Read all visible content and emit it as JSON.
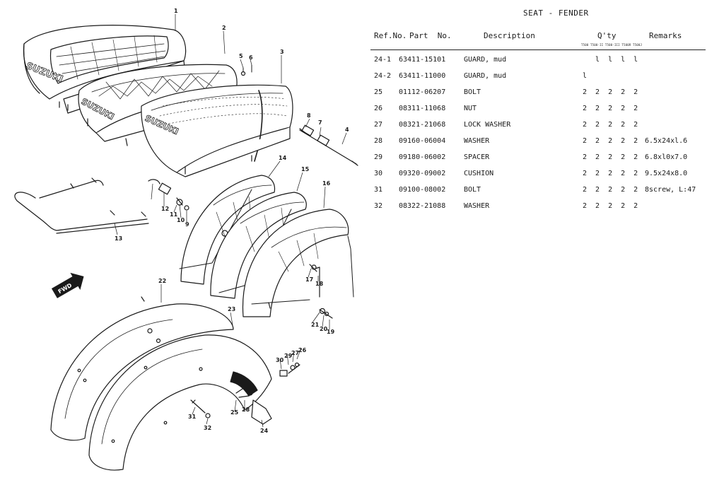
{
  "page": {
    "title": "SEAT - FENDER"
  },
  "table": {
    "headers": {
      "ref": "Ref.No.",
      "part": "Part  No.",
      "desc": "Description",
      "qty": "Q'ty",
      "remarks": "Remarks"
    },
    "qty_models": "T500 T500-II T500-III T500R T500J",
    "rows": [
      {
        "ref": "24-1",
        "part": "63411-15101",
        "desc": "GUARD, mud",
        "qty": "  l l l l",
        "remarks": ""
      },
      {
        "ref": "24-2",
        "part": "63411-11000",
        "desc": "GUARD, mud",
        "qty": "l",
        "remarks": ""
      },
      {
        "ref": "25",
        "part": "01112-06207",
        "desc": "BOLT",
        "qty": "2 2 2 2 2",
        "remarks": ""
      },
      {
        "ref": "26",
        "part": "08311-11068",
        "desc": "NUT",
        "qty": "2 2 2 2 2",
        "remarks": ""
      },
      {
        "ref": "27",
        "part": "08321-21068",
        "desc": "LOCK WASHER",
        "qty": "2 2 2 2 2",
        "remarks": ""
      },
      {
        "ref": "28",
        "part": "09160-06004",
        "desc": "WASHER",
        "qty": "2 2 2 2 2",
        "remarks": "6.5x24xl.6"
      },
      {
        "ref": "29",
        "part": "09180-06002",
        "desc": "SPACER",
        "qty": "2 2 2 2 2",
        "remarks": "6.8xl0x7.0"
      },
      {
        "ref": "30",
        "part": "09320-09002",
        "desc": "CUSHION",
        "qty": "2 2 2 2 2",
        "remarks": "9.5x24x8.0"
      },
      {
        "ref": "31",
        "part": "09100-08002",
        "desc": "BOLT",
        "qty": "2 2 2 2 2",
        "remarks": "8screw, L:47"
      },
      {
        "ref": "32",
        "part": "08322-21088",
        "desc": "WASHER",
        "qty": "2 2 2 2 2",
        "remarks": ""
      }
    ]
  },
  "diagram": {
    "brand_text": "SUZUKI",
    "fwd_label": "FWD",
    "callouts": [
      "1",
      "2",
      "3",
      "4",
      "5",
      "6",
      "7",
      "8",
      "9",
      "10",
      "11",
      "12",
      "13",
      "14",
      "15",
      "16",
      "17",
      "18",
      "19",
      "20",
      "21",
      "22",
      "23",
      "24",
      "25",
      "26",
      "27",
      "28",
      "29",
      "30",
      "31",
      "32"
    ]
  }
}
